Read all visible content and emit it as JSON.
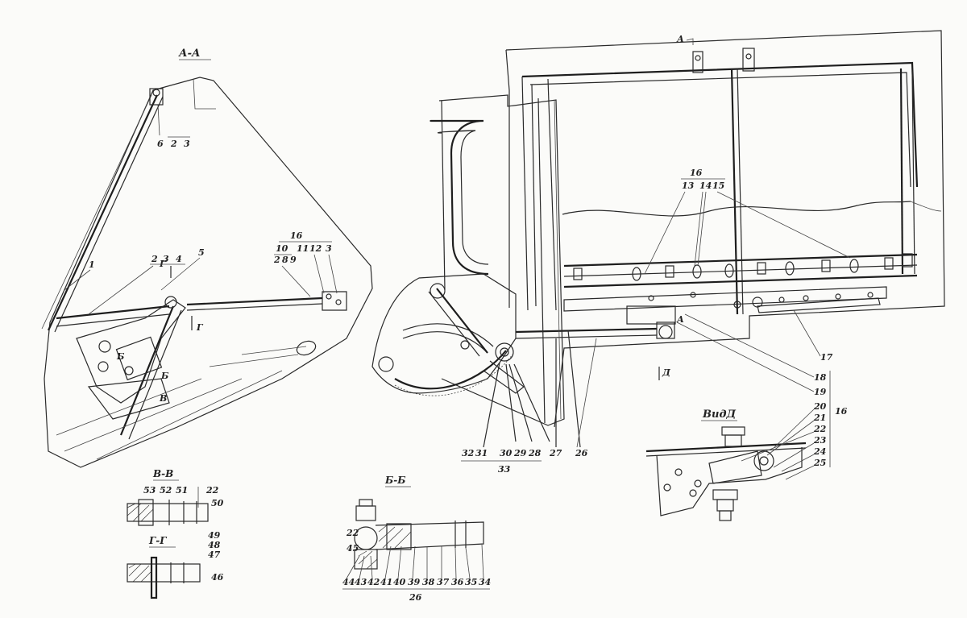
{
  "sections": {
    "aa": "А-А",
    "vv": "В-В",
    "gg": "Г-Г",
    "bb": "Б-Б",
    "view_d": "ВидД",
    "marker_a": "А",
    "marker_d": "Д",
    "marker_g": "Г",
    "marker_b": "Б",
    "marker_v": "В"
  },
  "labels": {
    "n1": "1",
    "n2": "2",
    "n3": "3",
    "n4": "4",
    "n5": "5",
    "n6": "6",
    "n8": "8",
    "n9": "9",
    "n10": "10",
    "n11": "11",
    "n12": "12",
    "n13": "13",
    "n14": "14",
    "n15": "15",
    "n16": "16",
    "n17": "17",
    "n18": "18",
    "n19": "19",
    "n20": "20",
    "n21": "21",
    "n22": "22",
    "n23": "23",
    "n24": "24",
    "n25": "25",
    "n26": "26",
    "n27": "27",
    "n28": "28",
    "n29": "29",
    "n30": "30",
    "n31": "31",
    "n32": "32",
    "n33": "33",
    "n34": "34",
    "n35": "35",
    "n36": "36",
    "n37": "37",
    "n38": "38",
    "n39": "39",
    "n40": "40",
    "n41": "41",
    "n42": "42",
    "n43": "43",
    "n44": "44",
    "n45": "45",
    "n46": "46",
    "n47": "47",
    "n48": "48",
    "n49": "49",
    "n50": "50",
    "n51": "51",
    "n52": "52",
    "n53": "53"
  }
}
